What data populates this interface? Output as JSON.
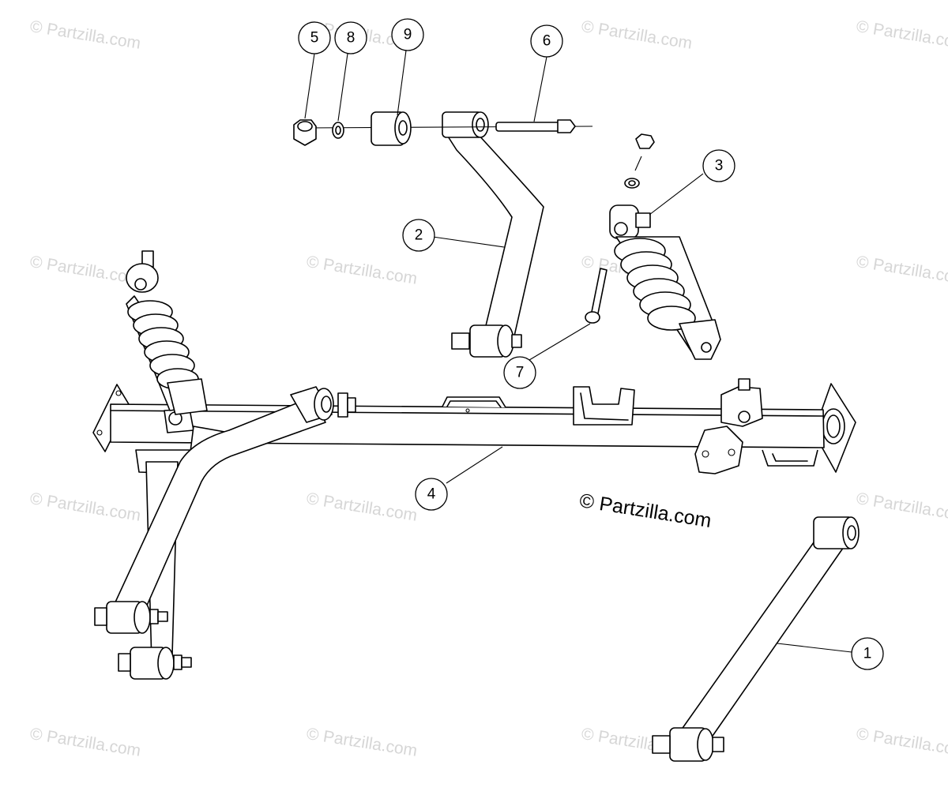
{
  "watermark": "© Partzilla.com",
  "copyright": "© Partzilla.com",
  "callouts": [
    {
      "num": "1"
    },
    {
      "num": "2"
    },
    {
      "num": "3"
    },
    {
      "num": "4"
    },
    {
      "num": "5"
    },
    {
      "num": "6"
    },
    {
      "num": "7"
    },
    {
      "num": "8"
    },
    {
      "num": "9"
    }
  ]
}
